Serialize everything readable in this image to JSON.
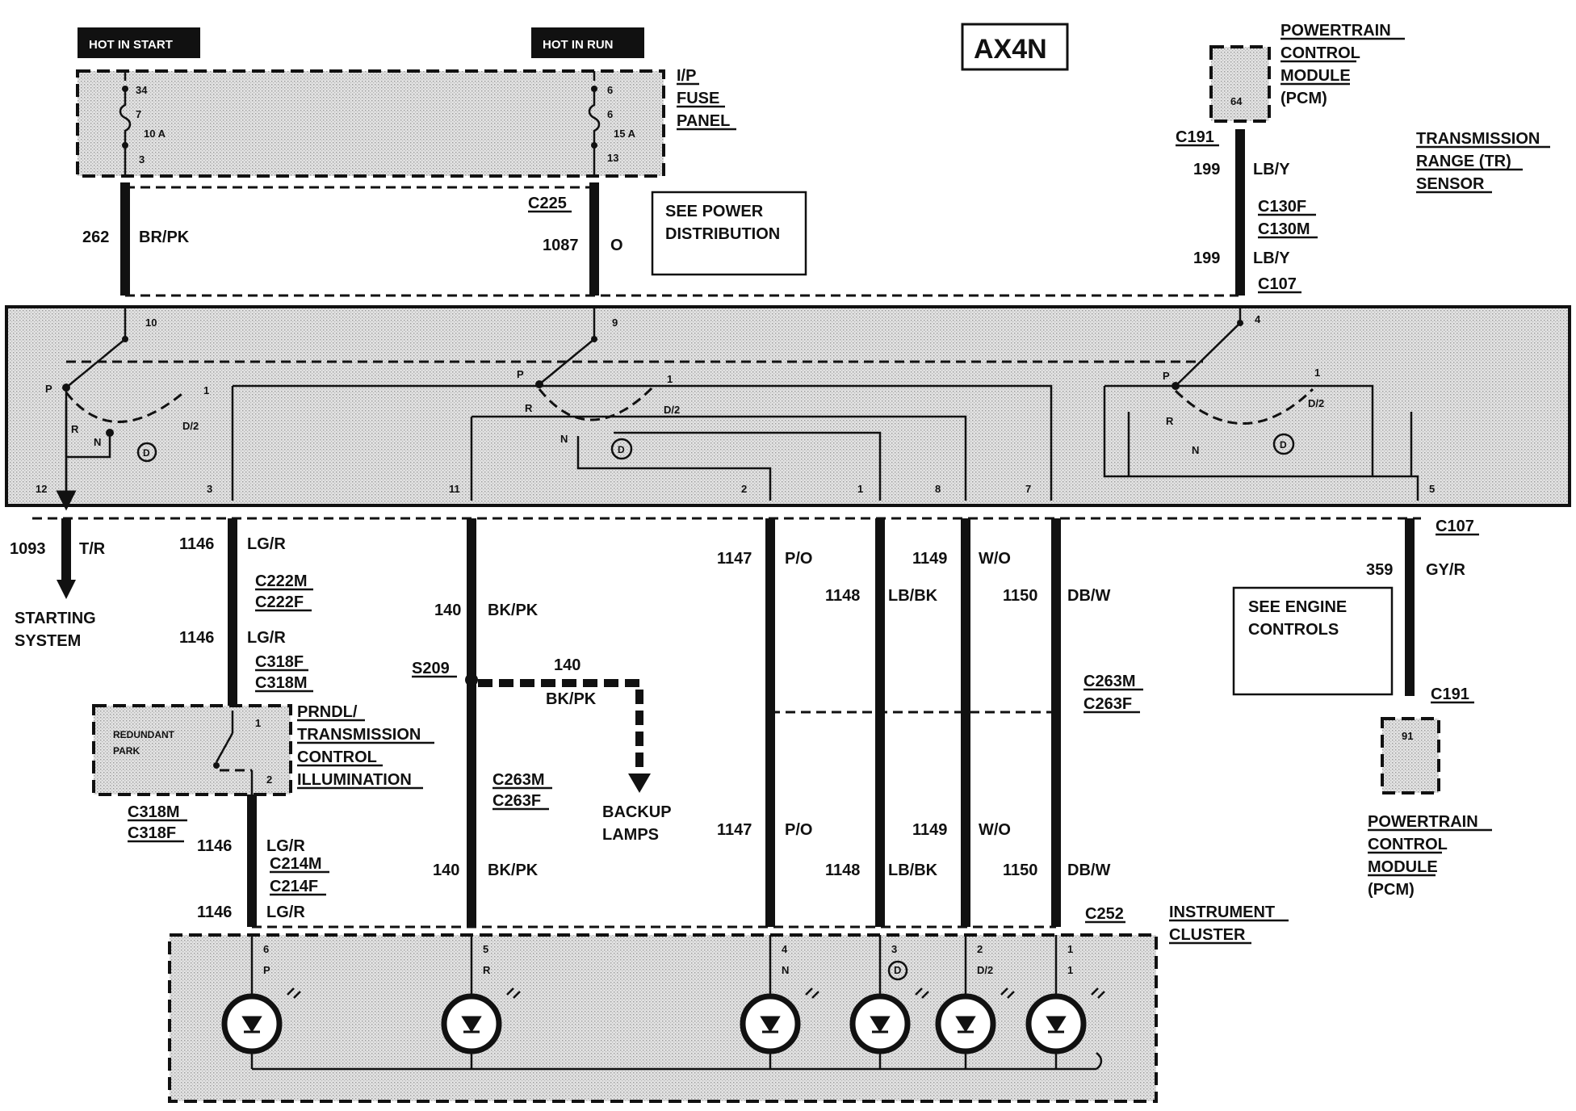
{
  "header": {
    "hot_in_start": "HOT IN START",
    "hot_in_run": "HOT IN RUN",
    "model": "AX4N"
  },
  "fuse_panel": {
    "title": [
      "I/P",
      "FUSE",
      "PANEL"
    ],
    "left": {
      "top": "34",
      "mid": "7",
      "rating": "10 A",
      "bottom": "3"
    },
    "right": {
      "top": "6",
      "mid": "6",
      "rating": "15 A",
      "bottom": "13"
    }
  },
  "pcm_top": {
    "title": [
      "POWERTRAIN",
      "CONTROL",
      "MODULE",
      "(PCM)"
    ],
    "pin": "64"
  },
  "pcm_bottom": {
    "title": [
      "POWERTRAIN",
      "CONTROL",
      "MODULE",
      "(PCM)"
    ],
    "pin": "91"
  },
  "tr_sensor": {
    "title": [
      "TRANSMISSION",
      "RANGE (TR)",
      "SENSOR"
    ]
  },
  "see_power": [
    "SEE POWER",
    "DISTRIBUTION"
  ],
  "see_engine": [
    "SEE ENGINE",
    "CONTROLS"
  ],
  "wires": {
    "w262": {
      "circuit": "262",
      "color": "BR/PK"
    },
    "w1087": {
      "circuit": "1087",
      "color": "O"
    },
    "w199a": {
      "circuit": "199",
      "color": "LB/Y"
    },
    "w199b": {
      "circuit": "199",
      "color": "LB/Y"
    },
    "w1093": {
      "circuit": "1093",
      "color": "T/R"
    },
    "w1146a": {
      "circuit": "1146",
      "color": "LG/R"
    },
    "w1146b": {
      "circuit": "1146",
      "color": "LG/R"
    },
    "w1146c": {
      "circuit": "1146",
      "color": "LG/R"
    },
    "w1146d": {
      "circuit": "1146",
      "color": "LG/R"
    },
    "w140a": {
      "circuit": "140",
      "color": "BK/PK"
    },
    "w140b": {
      "circuit": "140",
      "color": "BK/PK"
    },
    "w140c": {
      "circuit": "140",
      "color": "BK/PK"
    },
    "w1147a": {
      "circuit": "1147",
      "color": "P/O"
    },
    "w1147b": {
      "circuit": "1147",
      "color": "P/O"
    },
    "w1148a": {
      "circuit": "1148",
      "color": "LB/BK"
    },
    "w1148b": {
      "circuit": "1148",
      "color": "LB/BK"
    },
    "w1149a": {
      "circuit": "1149",
      "color": "W/O"
    },
    "w1149b": {
      "circuit": "1149",
      "color": "W/O"
    },
    "w1150a": {
      "circuit": "1150",
      "color": "DB/W"
    },
    "w1150b": {
      "circuit": "1150",
      "color": "DB/W"
    },
    "w359": {
      "circuit": "359",
      "color": "GY/R"
    }
  },
  "connectors": {
    "c225": "C225",
    "c191a": "C191",
    "c130f": "C130F",
    "c130m": "C130M",
    "c107a": "C107",
    "c107b": "C107",
    "c222m": "C222M",
    "c222f": "C222F",
    "c318f_a": "C318F",
    "c318m_a": "C318M",
    "c318m_b": "C318M",
    "c318f_b": "C318F",
    "c214m": "C214M",
    "c214f": "C214F",
    "s209": "S209",
    "c263m_a": "C263M",
    "c263f_a": "C263F",
    "c263m_b": "C263M",
    "c263f_b": "C263F",
    "c191b": "C191",
    "c252": "C252"
  },
  "sensor_pins": {
    "p10": "10",
    "p9": "9",
    "p4": "4",
    "p12": "12",
    "p3": "3",
    "p11": "11",
    "p2": "2",
    "p1": "1",
    "p8": "8",
    "p7": "7",
    "p5": "5"
  },
  "switch_labels": {
    "P": "P",
    "R": "R",
    "N": "N",
    "D": "D",
    "D2": "D/2",
    "one": "1"
  },
  "destinations": {
    "starting": [
      "STARTING",
      "SYSTEM"
    ],
    "backup": [
      "BACKUP",
      "LAMPS"
    ]
  },
  "prndl": {
    "title": [
      "PRNDL/",
      "TRANSMISSION",
      "CONTROL",
      "ILLUMINATION"
    ],
    "inner": [
      "REDUNDANT",
      "PARK"
    ],
    "pin1": "1",
    "pin2": "2"
  },
  "cluster": {
    "title": [
      "INSTRUMENT",
      "CLUSTER"
    ],
    "lamps": [
      {
        "pin": "6",
        "label": "P"
      },
      {
        "pin": "5",
        "label": "R"
      },
      {
        "pin": "4",
        "label": "N"
      },
      {
        "pin": "3",
        "label": "D"
      },
      {
        "pin": "2",
        "label": "D/2"
      },
      {
        "pin": "1",
        "label": "1"
      }
    ]
  }
}
